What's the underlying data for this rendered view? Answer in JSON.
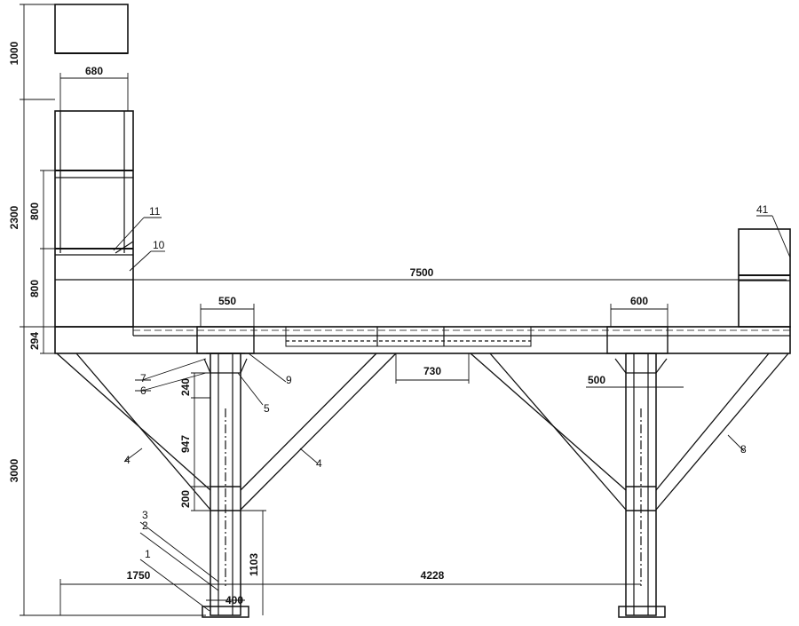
{
  "dimensions": {
    "d1000": "1000",
    "d680": "680",
    "d2300": "2300",
    "d800a": "800",
    "d800b": "800",
    "d294": "294",
    "d3000": "3000",
    "d7500": "7500",
    "d550": "550",
    "d600": "600",
    "d730": "730",
    "d500": "500",
    "d240": "240",
    "d947": "947",
    "d200": "200",
    "d1103": "1103",
    "d1750": "1750",
    "d400": "400",
    "d4228": "4228"
  },
  "part_labels": {
    "p1": "1",
    "p2": "2",
    "p3": "3",
    "p4a": "4",
    "p4b": "4",
    "p5": "5",
    "p6": "6",
    "p7": "7",
    "p8": "8",
    "p9": "9",
    "p10": "10",
    "p11": "11",
    "p41": "41"
  }
}
